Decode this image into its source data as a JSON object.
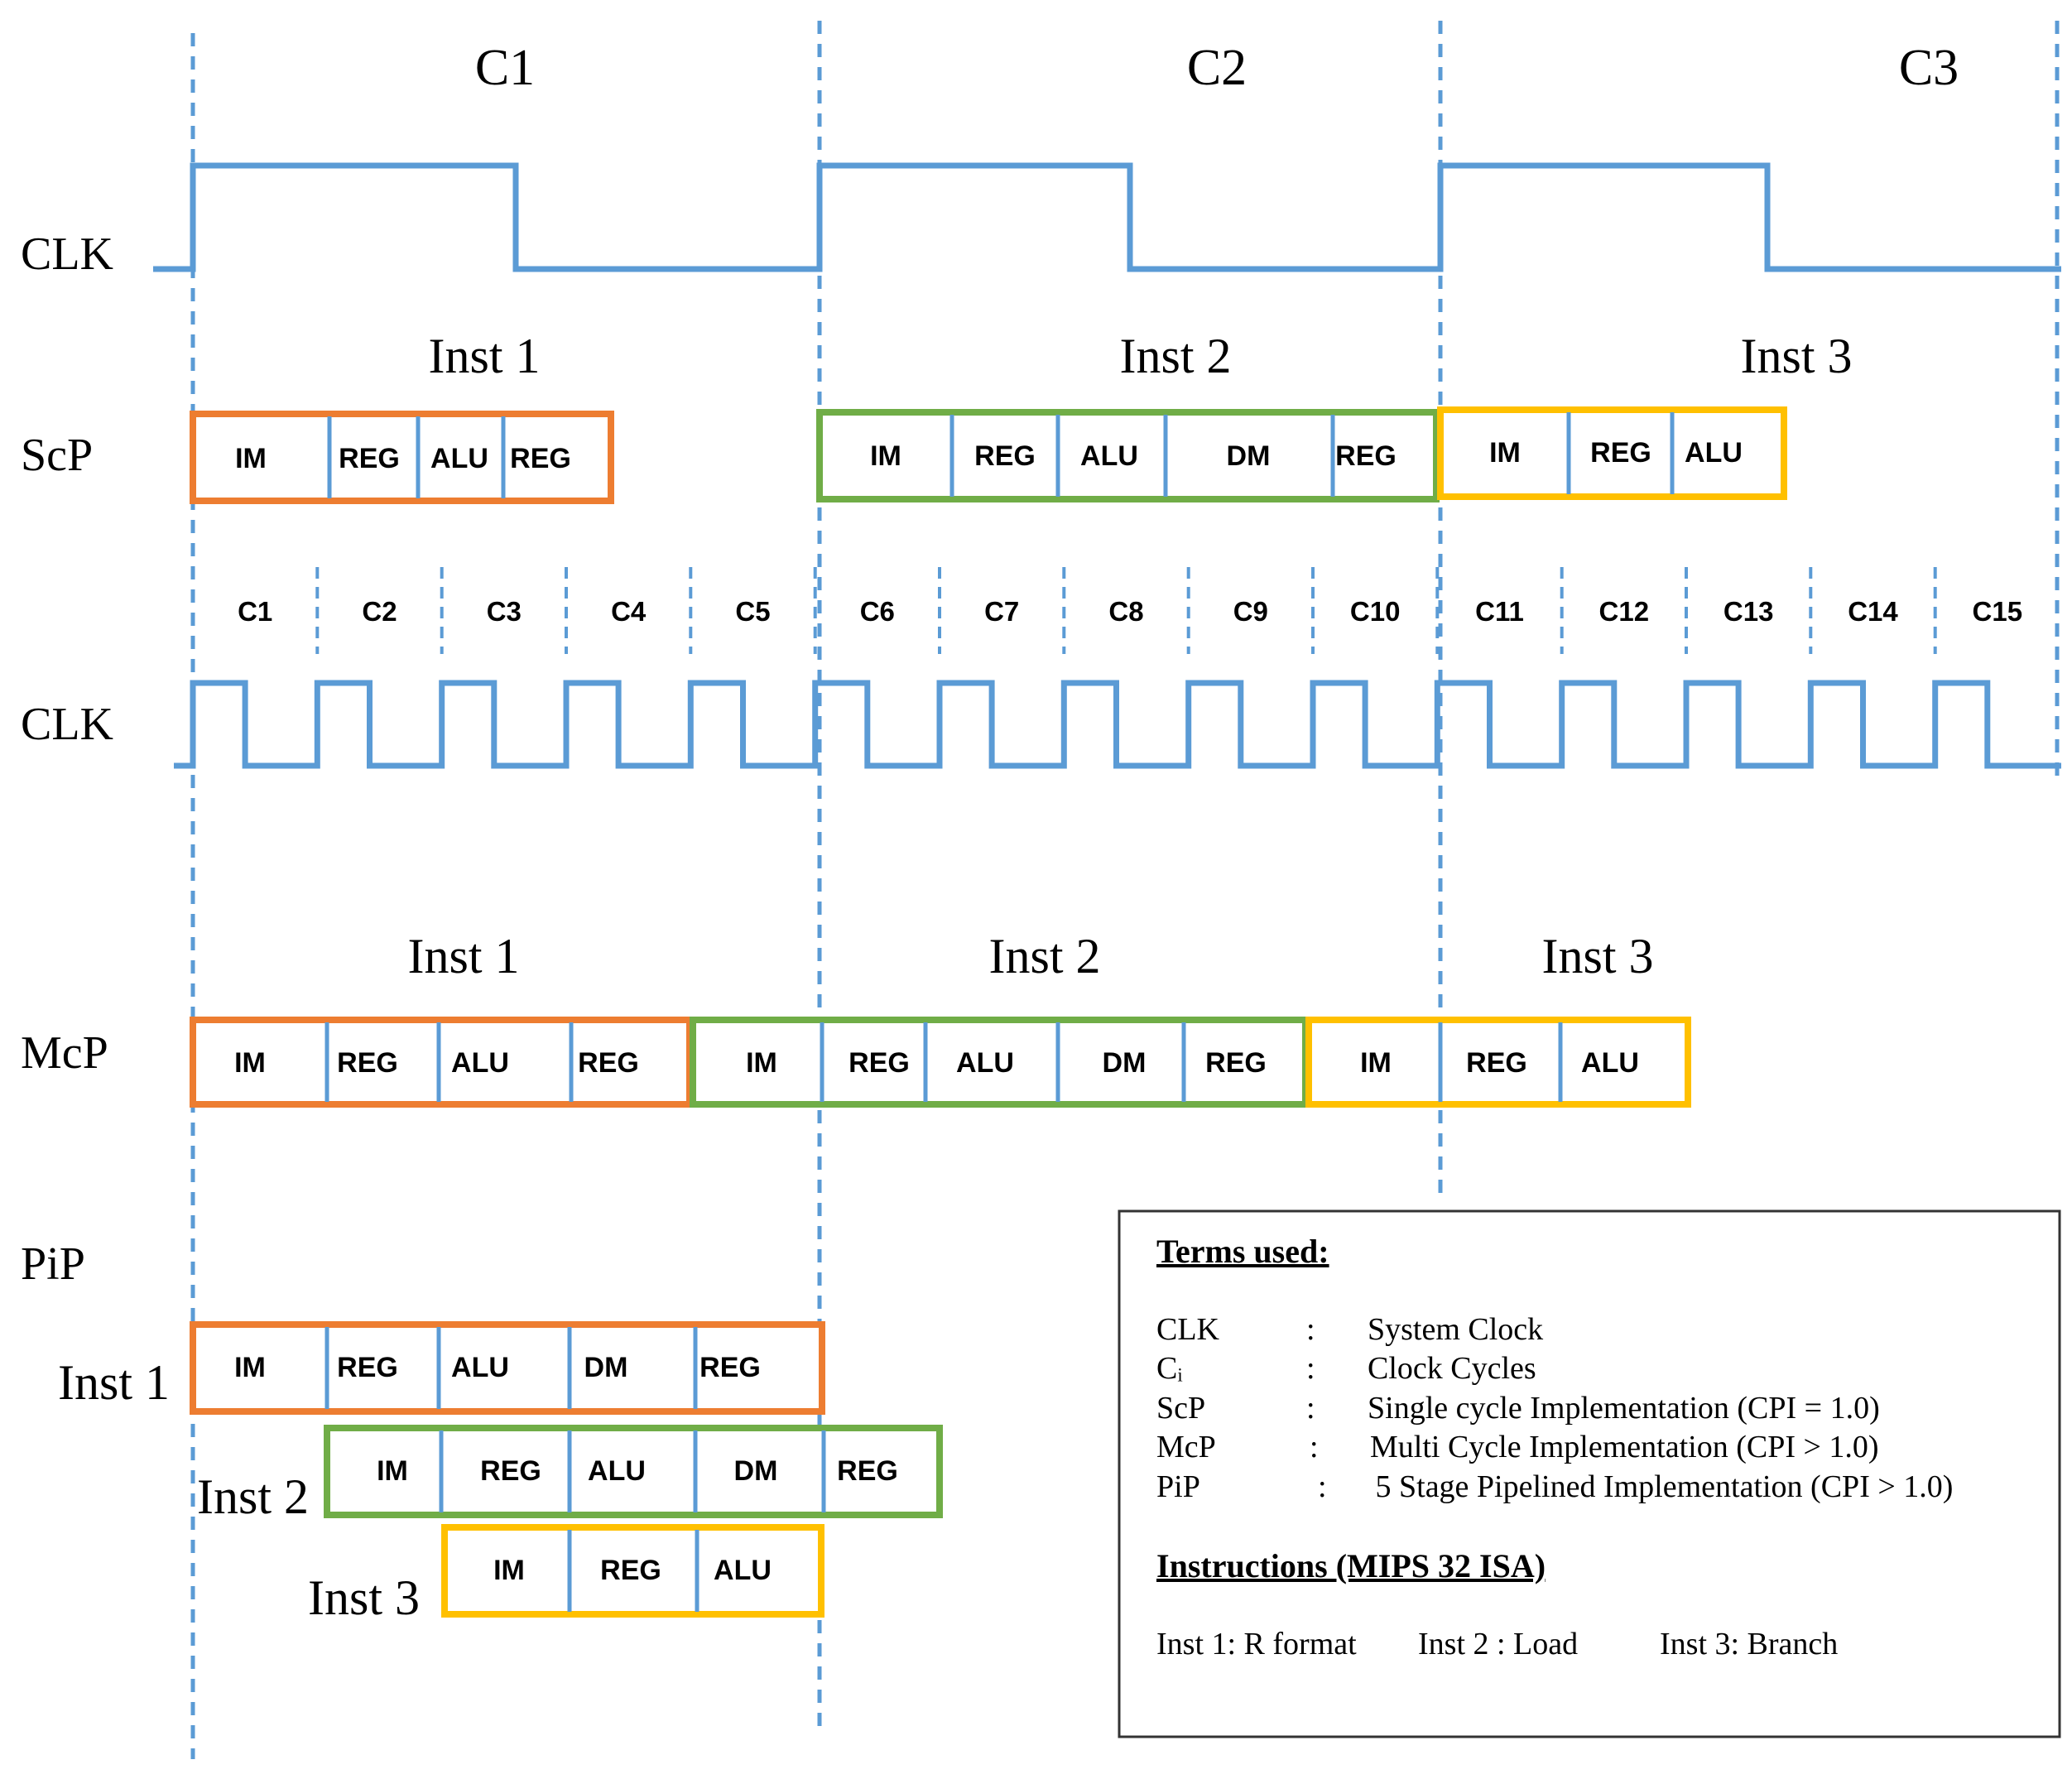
{
  "colors": {
    "clock": "#5b9bd5",
    "inst1": "#ed7d31",
    "inst2": "#70ad47",
    "inst3": "#ffc000"
  },
  "scp_cycles": [
    "C1",
    "C2",
    "C3"
  ],
  "mcp_cycles": [
    "C1",
    "C2",
    "C3",
    "C4",
    "C5",
    "C6",
    "C7",
    "C8",
    "C9",
    "C10",
    "C11",
    "C12",
    "C13",
    "C14",
    "C15"
  ],
  "rows": {
    "clk1": "CLK",
    "scp": "ScP",
    "clk2": "CLK",
    "mcp": "McP",
    "pip": "PiP"
  },
  "inst_labels": [
    "Inst 1",
    "Inst 2",
    "Inst 3"
  ],
  "scp": [
    {
      "inst": 1,
      "stages": [
        "IM",
        "REG",
        "ALU",
        "REG"
      ]
    },
    {
      "inst": 2,
      "stages": [
        "IM",
        "REG",
        "ALU",
        "DM",
        "REG"
      ]
    },
    {
      "inst": 3,
      "stages": [
        "IM",
        "REG",
        "ALU"
      ]
    }
  ],
  "mcp": [
    {
      "inst": 1,
      "stages": [
        "IM",
        "REG",
        "ALU",
        "REG"
      ]
    },
    {
      "inst": 2,
      "stages": [
        "IM",
        "REG",
        "ALU",
        "DM",
        "REG"
      ]
    },
    {
      "inst": 3,
      "stages": [
        "IM",
        "REG",
        "ALU"
      ]
    }
  ],
  "pip": [
    {
      "inst": 1,
      "stages": [
        "IM",
        "REG",
        "ALU",
        "DM",
        "REG"
      ]
    },
    {
      "inst": 2,
      "stages": [
        "IM",
        "REG",
        "ALU",
        "DM",
        "REG"
      ]
    },
    {
      "inst": 3,
      "stages": [
        "IM",
        "REG",
        "ALU"
      ]
    }
  ],
  "legend": {
    "terms_heading": "Terms used:",
    "terms": [
      {
        "term": "CLK",
        "sep": ":",
        "desc": "System Clock"
      },
      {
        "term": "Cᵢ",
        "sep": ":",
        "desc": "Clock Cycles"
      },
      {
        "term": "ScP",
        "sep": ":",
        "desc": "Single cycle Implementation (CPI  = 1.0)"
      },
      {
        "term": "McP",
        "sep": ":",
        "desc": "Multi Cycle Implementation (CPI > 1.0)"
      },
      {
        "term": "PiP",
        "sep": ":",
        "desc": " 5 Stage Pipelined Implementation (CPI > 1.0)"
      }
    ],
    "instr_heading": "Instructions (MIPS 32 ISA)",
    "instructions": [
      "Inst 1: R format",
      "Inst 2 : Load",
      "Inst 3: Branch"
    ]
  }
}
